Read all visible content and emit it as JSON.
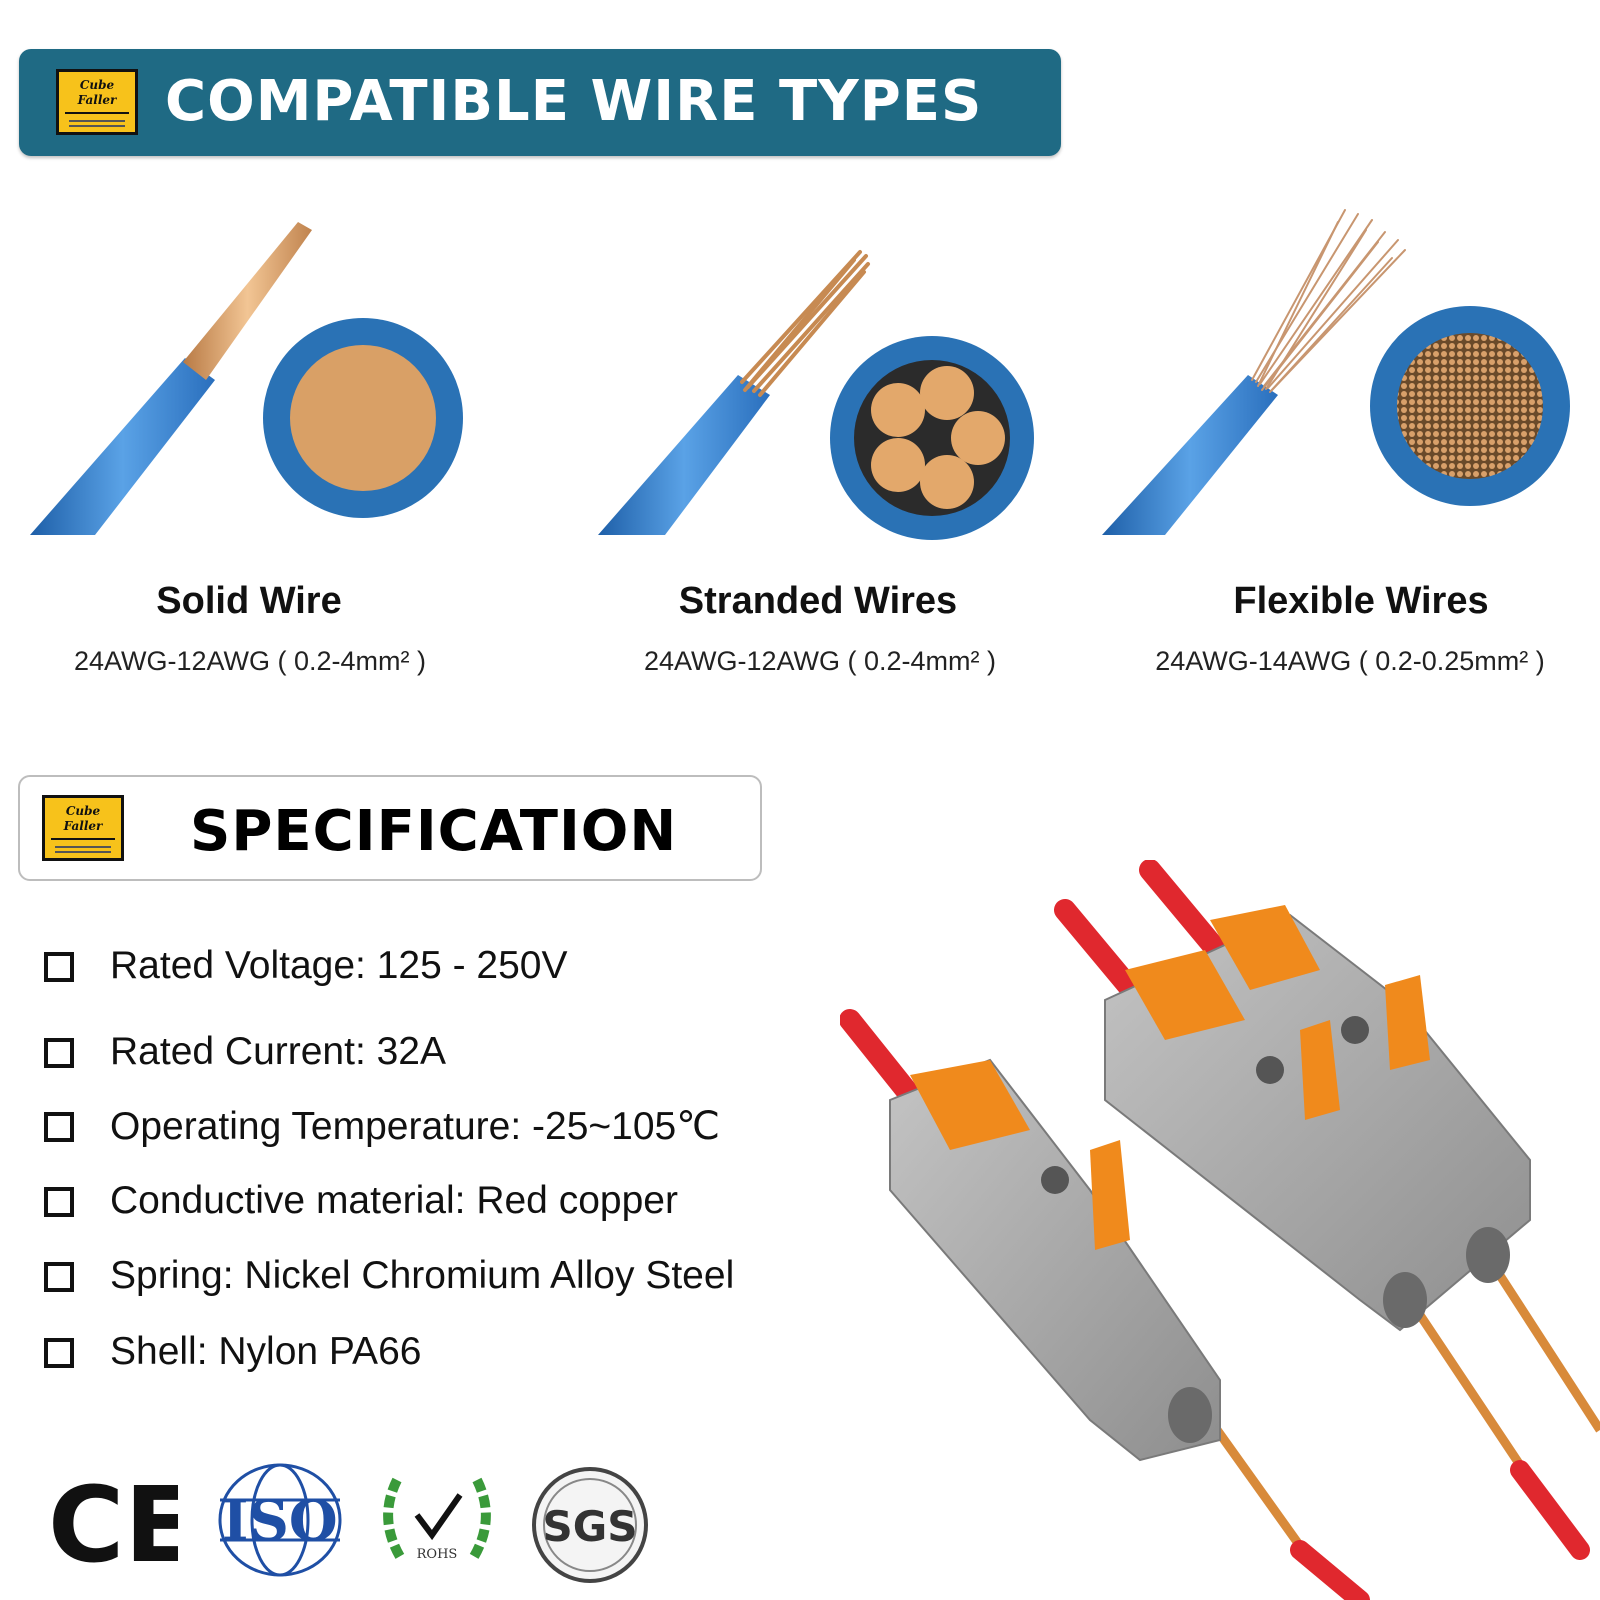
{
  "header": {
    "title": "COMPATIBLE WIRE TYPES",
    "logo_line1": "Cube",
    "logo_line2": "Faller"
  },
  "wire_types": [
    {
      "name": "Solid Wire",
      "range": "24AWG-12AWG ( 0.2-4mm² )",
      "icon": "solid-wire-cross-section"
    },
    {
      "name": "Stranded Wires",
      "range": "24AWG-12AWG ( 0.2-4mm² )",
      "icon": "stranded-wire-cross-section"
    },
    {
      "name": "Flexible Wires",
      "range": "24AWG-14AWG ( 0.2-0.25mm² )",
      "icon": "flexible-wire-cross-section"
    }
  ],
  "specification": {
    "title": "SPECIFICATION",
    "items": [
      "Rated Voltage: 125 - 250V",
      "Rated Current: 32A",
      "Operating Temperature: -25~105℃",
      "Conductive material: Red copper",
      "Spring: Nickel Chromium Alloy Steel",
      "Shell: Nylon PA66"
    ]
  },
  "certifications": {
    "ce": "CE",
    "iso": "ISO",
    "rohs": "ROHS",
    "sgs": "SGS"
  },
  "colors": {
    "banner": "#1f6a84",
    "wire_blue": "#2f7fc6",
    "copper": "#d9a066",
    "connector_grey": "#a8a8a8",
    "lever_orange": "#f08a1c",
    "wire_red": "#e0282e",
    "logo_yellow": "#f7c21b"
  }
}
